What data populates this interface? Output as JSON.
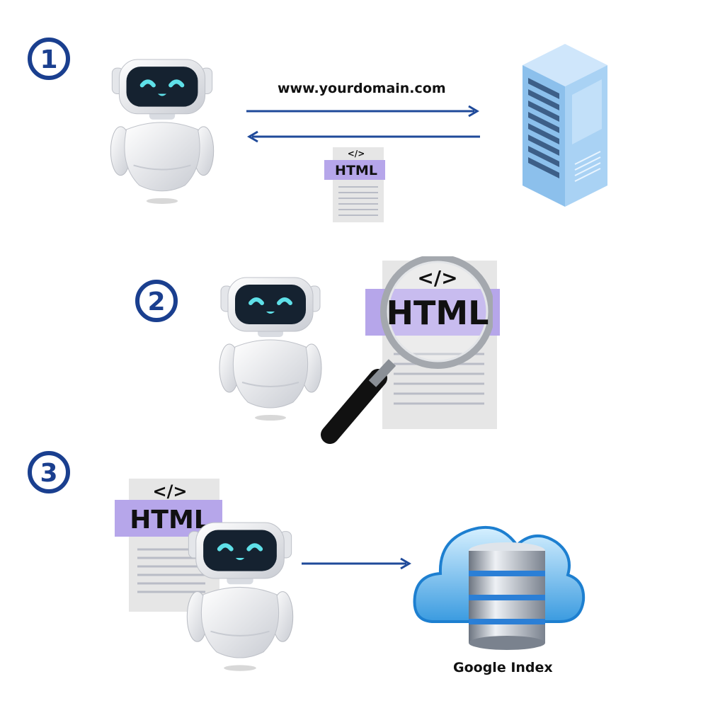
{
  "steps": [
    {
      "number": "1"
    },
    {
      "number": "2"
    },
    {
      "number": "3"
    }
  ],
  "request": {
    "url": "www.yourdomain.com"
  },
  "documents": {
    "tag": "</>",
    "label": "HTML"
  },
  "index": {
    "label": "Google Index"
  },
  "colors": {
    "step_badge": "#1a3f8f",
    "arrow": "#1f4a9a",
    "html_band": "#b6a6ea",
    "server": "#7fb6e8",
    "robot_face": "#152230",
    "robot_eye": "#5fe0e8"
  },
  "icons": {
    "robot": "robot-icon",
    "server": "server-icon",
    "magnifier": "magnifying-glass-icon",
    "cloud_db": "cloud-database-icon"
  }
}
